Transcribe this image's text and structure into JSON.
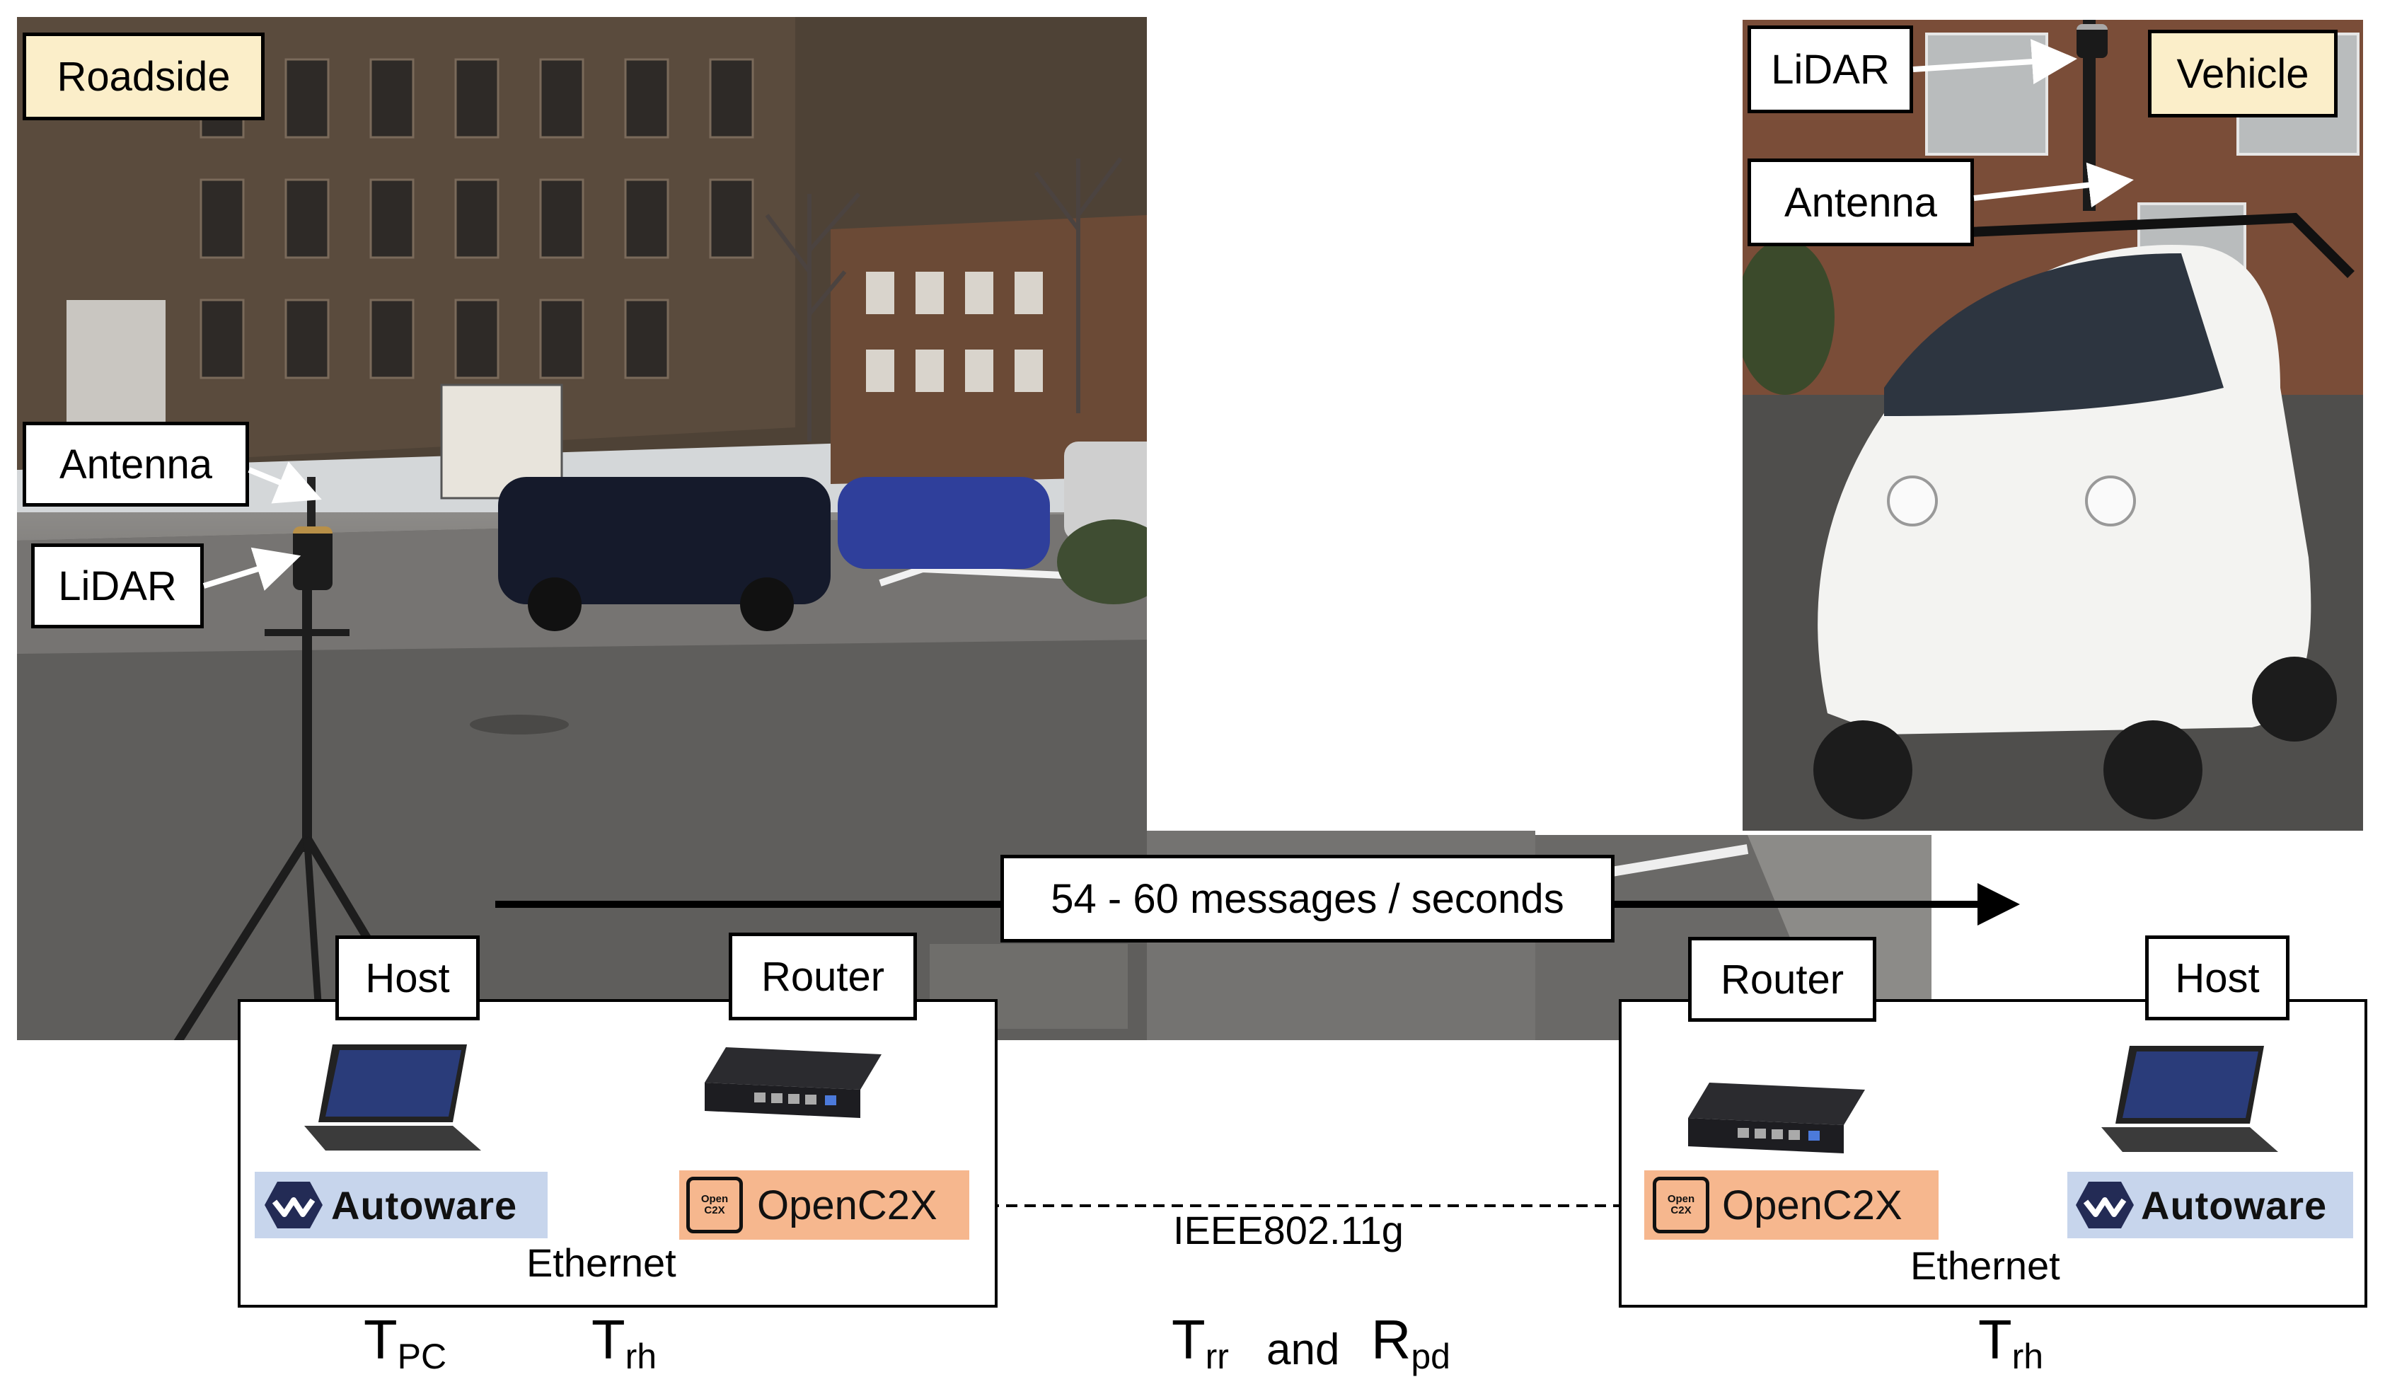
{
  "roadside": {
    "title": "Roadside",
    "antenna_label": "Antenna",
    "lidar_label": "LiDAR"
  },
  "vehicle": {
    "title": "Vehicle",
    "lidar_label": "LiDAR",
    "antenna_label": "Antenna"
  },
  "message_rate": "54 - 60 messages / seconds",
  "left_panel": {
    "host_label": "Host",
    "router_label": "Router",
    "autoware_label": "Autoware",
    "opencx_label": "OpenC2X",
    "opencx_badge": "Open C2X",
    "link_label": "Ethernet"
  },
  "right_panel": {
    "router_label": "Router",
    "host_label": "Host",
    "autoware_label": "Autoware",
    "opencx_label": "OpenC2X",
    "opencx_badge": "Open C2X",
    "link_label": "Ethernet"
  },
  "wireless_label": "IEEE802.11g",
  "metrics": {
    "t_pc": {
      "base": "T",
      "sub": "PC"
    },
    "t_rh_left": {
      "base": "T",
      "sub": "rh"
    },
    "t_rr": {
      "base": "T",
      "sub": "rr"
    },
    "and_word": "and",
    "r_pd": {
      "base": "R",
      "sub": "pd"
    },
    "t_rh_right": {
      "base": "T",
      "sub": "rh"
    }
  },
  "colors": {
    "label_yellow": "#fbeec9",
    "autoware_blue": "#c7d5ec",
    "opencx_orange": "#f6b78e"
  },
  "icons": [
    "laptop-icon",
    "router-device-icon",
    "autoware-logo-icon",
    "opencx-logo-icon",
    "lidar-sensor-icon",
    "antenna-icon"
  ]
}
